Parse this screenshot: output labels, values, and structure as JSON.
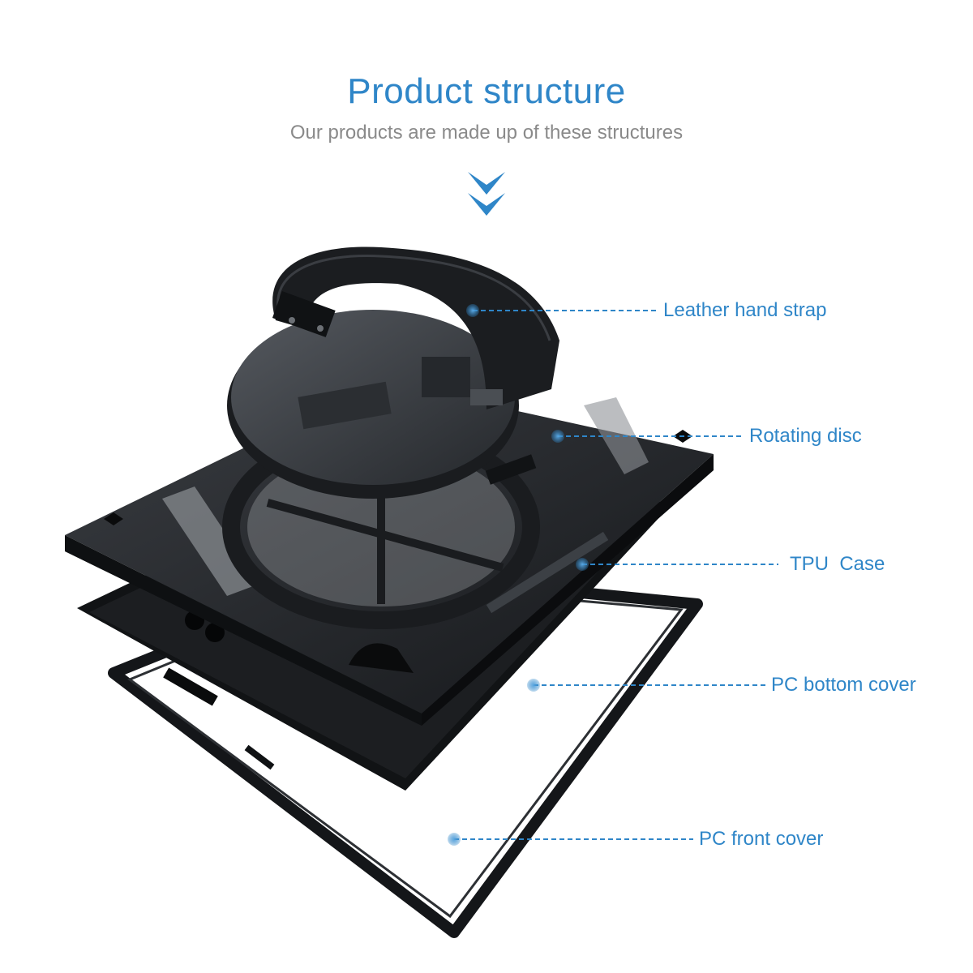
{
  "header": {
    "title": "Product structure",
    "subtitle": "Our products are made up of these structures"
  },
  "colors": {
    "accent": "#2f86c8",
    "subtitle": "#8a8a8a",
    "product": "#1d1f22"
  },
  "icons": {
    "scroll_hint": "double-chevron-down-icon"
  },
  "callouts": [
    {
      "id": "leather-hand-strap",
      "label": "Leather hand strap"
    },
    {
      "id": "rotating-disc",
      "label": "Rotating disc"
    },
    {
      "id": "tpu-case",
      "label": "TPU  Case"
    },
    {
      "id": "pc-bottom-cover",
      "label": "PC bottom cover"
    },
    {
      "id": "pc-front-cover",
      "label": "PC front cover"
    }
  ]
}
